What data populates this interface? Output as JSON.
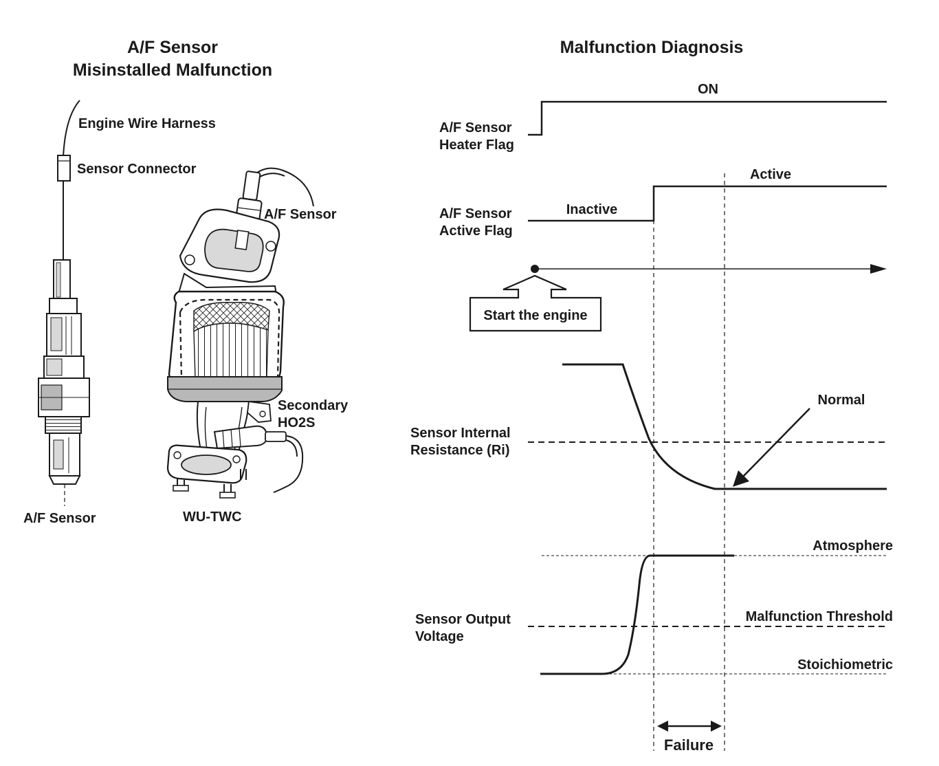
{
  "left_panel": {
    "title_line1": "A/F Sensor",
    "title_line2": "Misinstalled Malfunction",
    "engine_wire_harness": "Engine Wire Harness",
    "sensor_connector": "Sensor Connector",
    "af_sensor_callout": "A/F Sensor",
    "secondary_line1": "Secondary",
    "secondary_line2": "HO2S",
    "af_sensor_caption": "A/F Sensor",
    "wu_twc_caption": "WU-TWC"
  },
  "right_panel": {
    "title": "Malfunction Diagnosis",
    "heater_flag_line1": "A/F Sensor",
    "heater_flag_line2": "Heater Flag",
    "heater_on": "ON",
    "active_flag_line1": "A/F Sensor",
    "active_flag_line2": "Active Flag",
    "inactive": "Inactive",
    "active": "Active",
    "start_engine": "Start the engine",
    "ri_line1": "Sensor Internal",
    "ri_line2": "Resistance (Ri)",
    "normal": "Normal",
    "voltage_line1": "Sensor Output",
    "voltage_line2": "Voltage",
    "atmosphere": "Atmosphere",
    "malfunction_threshold": "Malfunction Threshold",
    "stoichiometric": "Stoichiometric",
    "failure": "Failure"
  },
  "colors": {
    "ink": "#1a1a1a",
    "fill_gray": "#b8b8b8",
    "fill_light": "#d9d9d9",
    "background": "#ffffff"
  }
}
